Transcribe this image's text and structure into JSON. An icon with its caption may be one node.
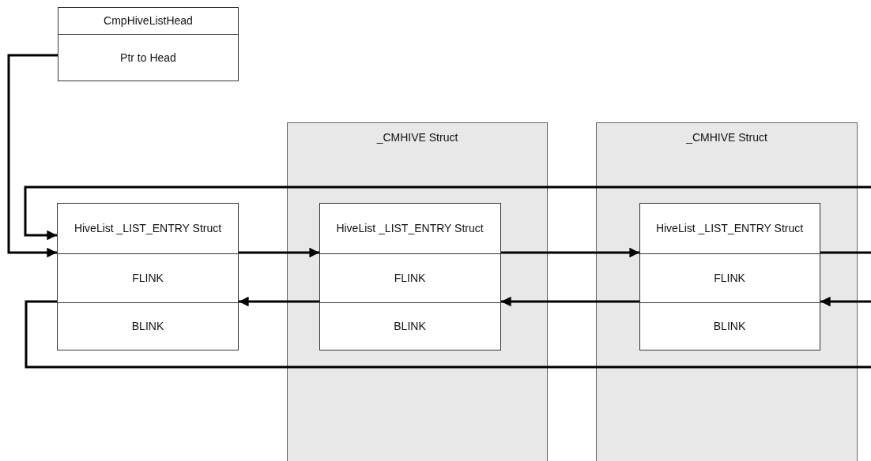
{
  "diagram": {
    "nodes": [
      {
        "text": [
          "CmpHiveListHead",
          "Ptr to Head"
        ]
      },
      {
        "text": [
          "_CMHIVE Struct"
        ]
      },
      {
        "text": [
          "_CMHIVE Struct"
        ]
      },
      {
        "text": [
          "HiveList _LIST_ENTRY Struct",
          "FLINK",
          "BLINK"
        ]
      },
      {
        "text": [
          "HiveList _LIST_ENTRY Struct",
          "FLINK",
          "BLINK"
        ],
        "in": 1
      },
      {
        "text": [
          "HiveList _LIST_ENTRY Struct",
          "FLINK",
          "BLINK"
        ],
        "in": 2
      }
    ],
    "edges": [
      {
        "from": 0,
        "to": 3,
        "arrow": "to"
      },
      {
        "from": null,
        "to": 3,
        "arrow": "to"
      },
      {
        "from": 3,
        "to": 4,
        "arrow": "to"
      },
      {
        "from": 4,
        "to": 5,
        "arrow": "to"
      },
      {
        "from": 5,
        "to": null,
        "arrow": "none"
      },
      {
        "from": 4,
        "to": 3,
        "arrow": "to"
      },
      {
        "from": 5,
        "to": 4,
        "arrow": "to"
      },
      {
        "from": null,
        "to": 5,
        "arrow": "to"
      },
      {
        "from": 3,
        "to": null,
        "arrow": "none"
      }
    ]
  }
}
